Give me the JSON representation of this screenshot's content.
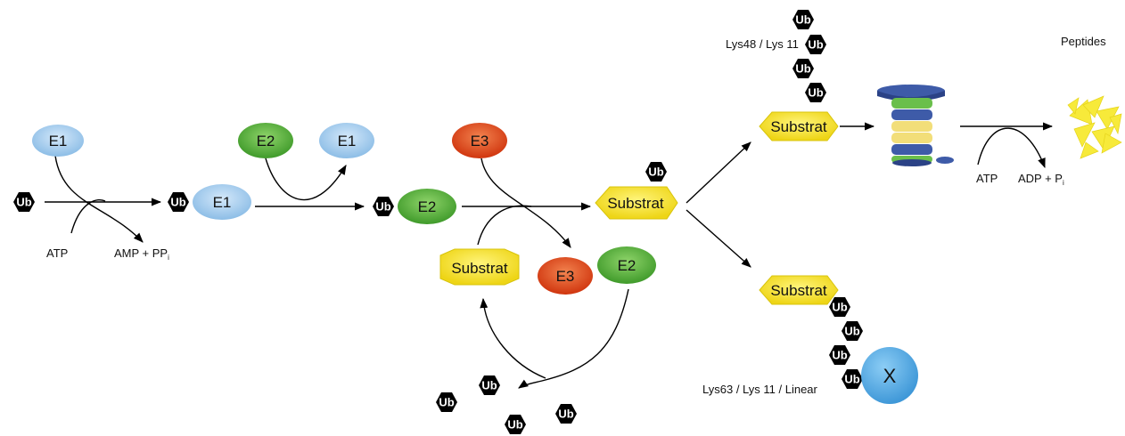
{
  "nodes": {
    "e1": "E1",
    "e2": "E2",
    "e3": "E3",
    "ub": "Ub",
    "substrat": "Substrat",
    "x": "X"
  },
  "labels": {
    "atp": "ATP",
    "amp": "AMP + PP",
    "amp_sub": "i",
    "adp": "ADP + P",
    "adp_sub": "i",
    "lys48": "Lys48 / Lys 11",
    "lys63": "Lys63 / Lys 11 / Linear",
    "peptides": "Peptides"
  },
  "colors": {
    "e1": "#a8cff0",
    "e2": "#5fb43a",
    "e3": "#e24a1f",
    "substrat": "#f5e61f",
    "x": "#5aaee8",
    "ub": "#000000",
    "proteasome_blue": "#3e5ba8",
    "proteasome_green": "#6abf4b",
    "proteasome_yellow": "#f2de79",
    "peptide": "#f7ea3a"
  }
}
